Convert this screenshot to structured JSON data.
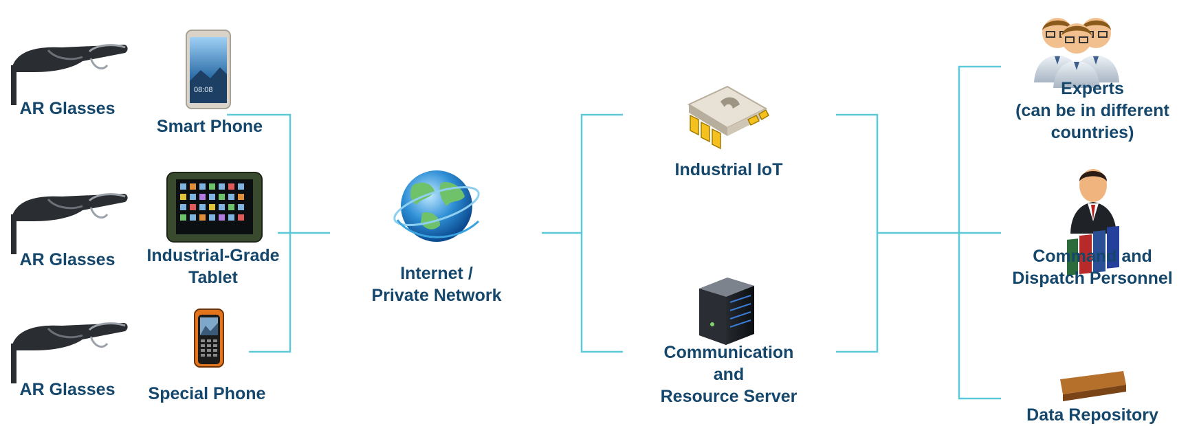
{
  "colors": {
    "connector": "#5cc9d9",
    "label": "#14476b"
  },
  "devices": [
    {
      "glasses_label": "AR Glasses",
      "device_label": "Smart Phone",
      "device_icon": "smart-phone-icon"
    },
    {
      "glasses_label": "AR Glasses",
      "device_label": "Industrial-Grade Tablet",
      "device_icon": "tablet-icon"
    },
    {
      "glasses_label": "AR Glasses",
      "device_label": "Special Phone",
      "device_icon": "rugged-phone-icon"
    }
  ],
  "network": {
    "label_line1": "Internet /",
    "label_line2": "Private Network",
    "icon": "globe-icon"
  },
  "services": [
    {
      "label": "Industrial IoT",
      "icon": "chip-icon"
    },
    {
      "label_line1": "Communication",
      "label_line2": "and",
      "label_line3": "Resource Server",
      "icon": "server-icon"
    }
  ],
  "endpoints": [
    {
      "label_line1": "Experts",
      "label_line2": "(can be in different",
      "label_line3": "countries)",
      "icon": "experts-group-icon"
    },
    {
      "label_line1": "Command and",
      "label_line2": "Dispatch Personnel",
      "icon": "dispatcher-person-icon"
    },
    {
      "label": "Data Repository",
      "icon": "books-icon"
    }
  ]
}
